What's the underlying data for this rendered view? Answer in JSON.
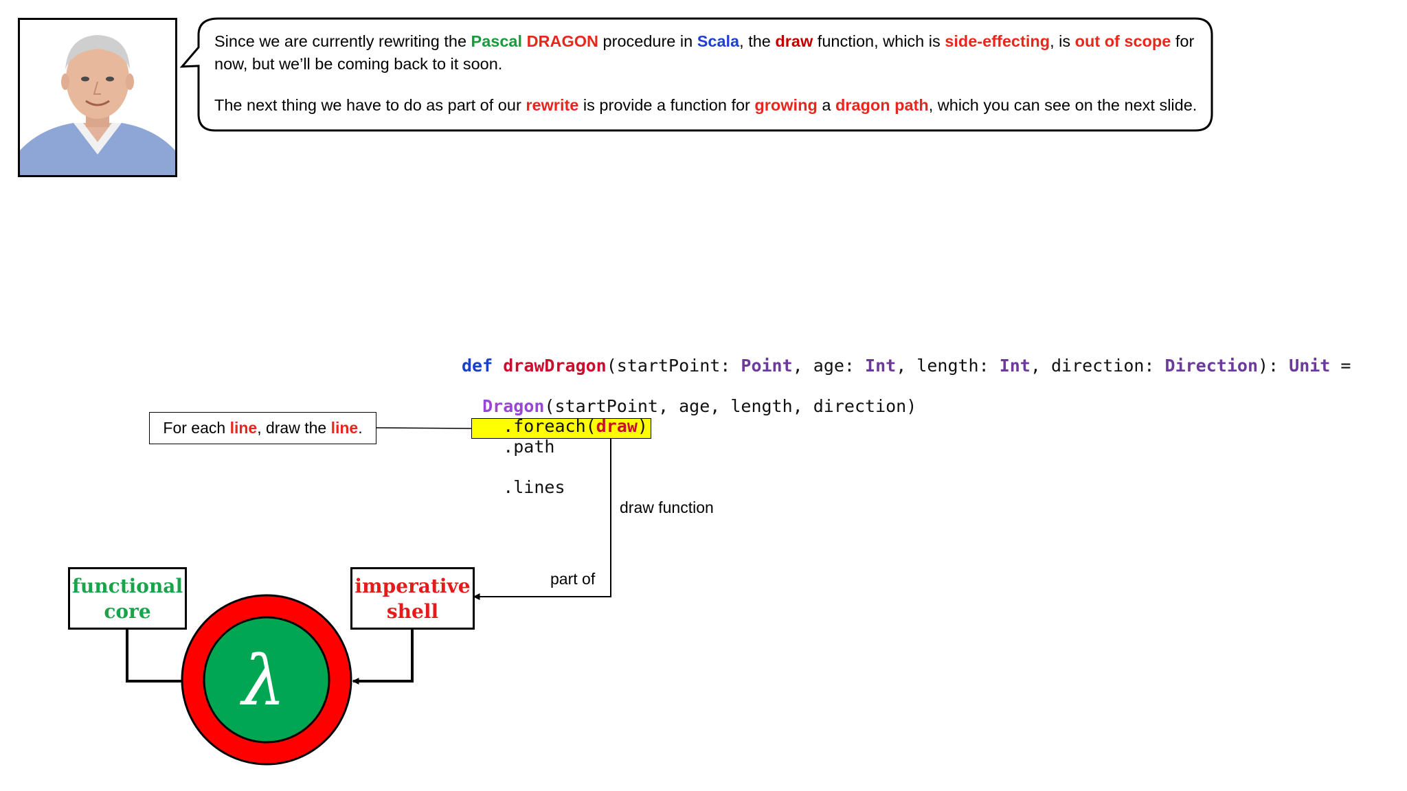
{
  "speech_bubble": {
    "paragraph1": {
      "t1": "Since we are currently rewriting the ",
      "pascal": "Pascal",
      "t2": " ",
      "dragon": "DRAGON",
      "t3": " procedure in ",
      "scala": "Scala",
      "t4": ", the ",
      "draw": "draw",
      "t5": " function, which is ",
      "side_effecting": "side-effecting",
      "t6": ", is ",
      "out_of_scope": "out of scope",
      "t7": " for now, but we’ll be coming back to it soon."
    },
    "paragraph2": {
      "t1": "The next thing we have to do as part of our ",
      "rewrite": "rewrite",
      "t2": " is provide a function for ",
      "growing": "growing",
      "t3": " a ",
      "dragon_path": "dragon path",
      "t4": ", which you can see on the next slide."
    }
  },
  "code": {
    "line1": {
      "def": "def",
      "name": "drawDragon",
      "p1": "(startPoint: ",
      "t_point": "Point",
      "p2": ", age: ",
      "t_int1": "Int",
      "p3": ", length: ",
      "t_int2": "Int",
      "p4": ", direction: ",
      "t_direction": "Direction",
      "p5": "): ",
      "t_unit": "Unit",
      "p6": " ="
    },
    "line2": {
      "indent": "  ",
      "ctor": "Dragon",
      "rest": "(startPoint, age, length, direction)"
    },
    "line3": "    .path",
    "line4": "    .lines",
    "line5": {
      "prefix": "    .foreach(",
      "fn": "draw",
      "suffix": ")"
    }
  },
  "callout": {
    "t1": "For each ",
    "line1": "line",
    "t2": ", draw the ",
    "line2": "line",
    "t3": "."
  },
  "labels": {
    "draw_function": "draw function",
    "part_of": "part of"
  },
  "boxes": {
    "functional_core": [
      "functional",
      "core"
    ],
    "imperative_shell": [
      "imperative",
      "shell"
    ]
  },
  "lambda_symbol": "λ",
  "colors": {
    "green": "#1aa34a",
    "red": "#e8261c",
    "highlight": "#ffff00",
    "circle_outer": "#ff0000",
    "circle_inner": "#00a651"
  }
}
